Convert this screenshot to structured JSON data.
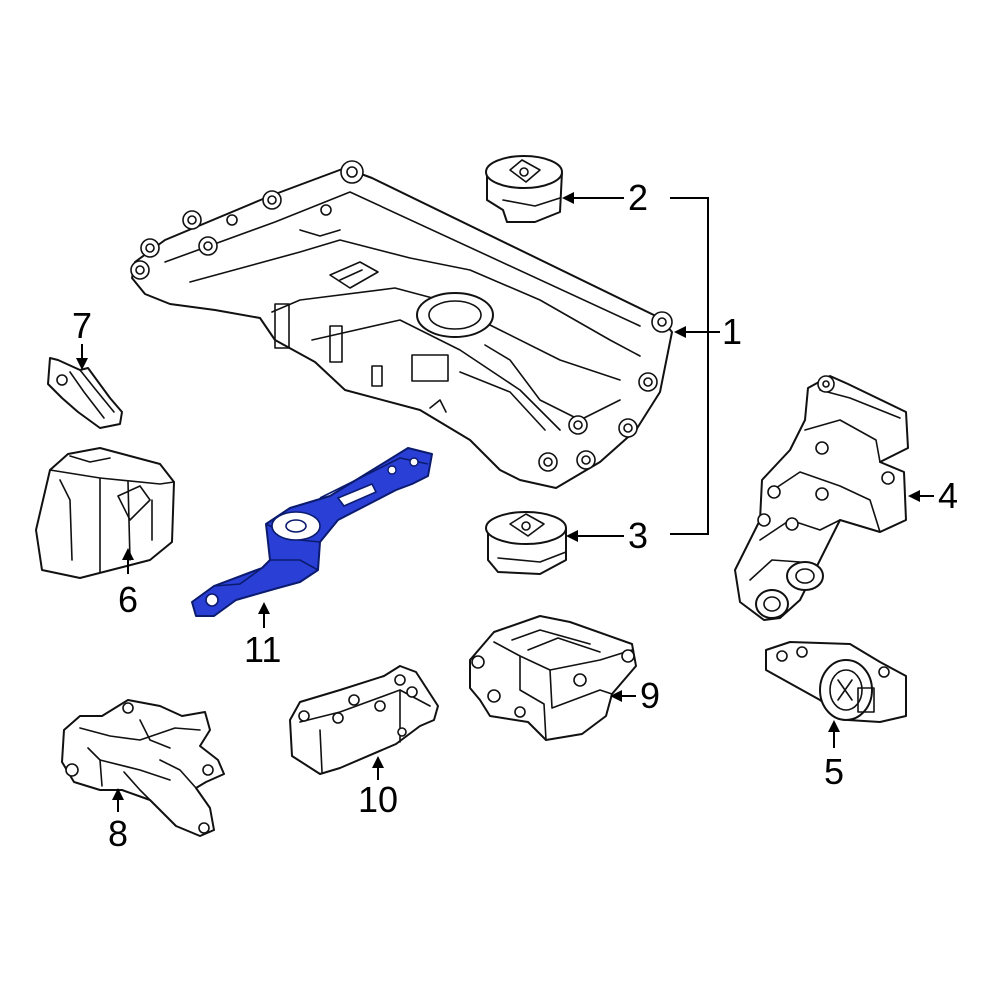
{
  "highlight_color": "#2a3fd6",
  "line_color": "#111111",
  "callouts": {
    "c1": "1",
    "c2": "2",
    "c3": "3",
    "c4": "4",
    "c5": "5",
    "c6": "6",
    "c7": "7",
    "c8": "8",
    "c9": "9",
    "c10": "10",
    "c11": "11"
  }
}
